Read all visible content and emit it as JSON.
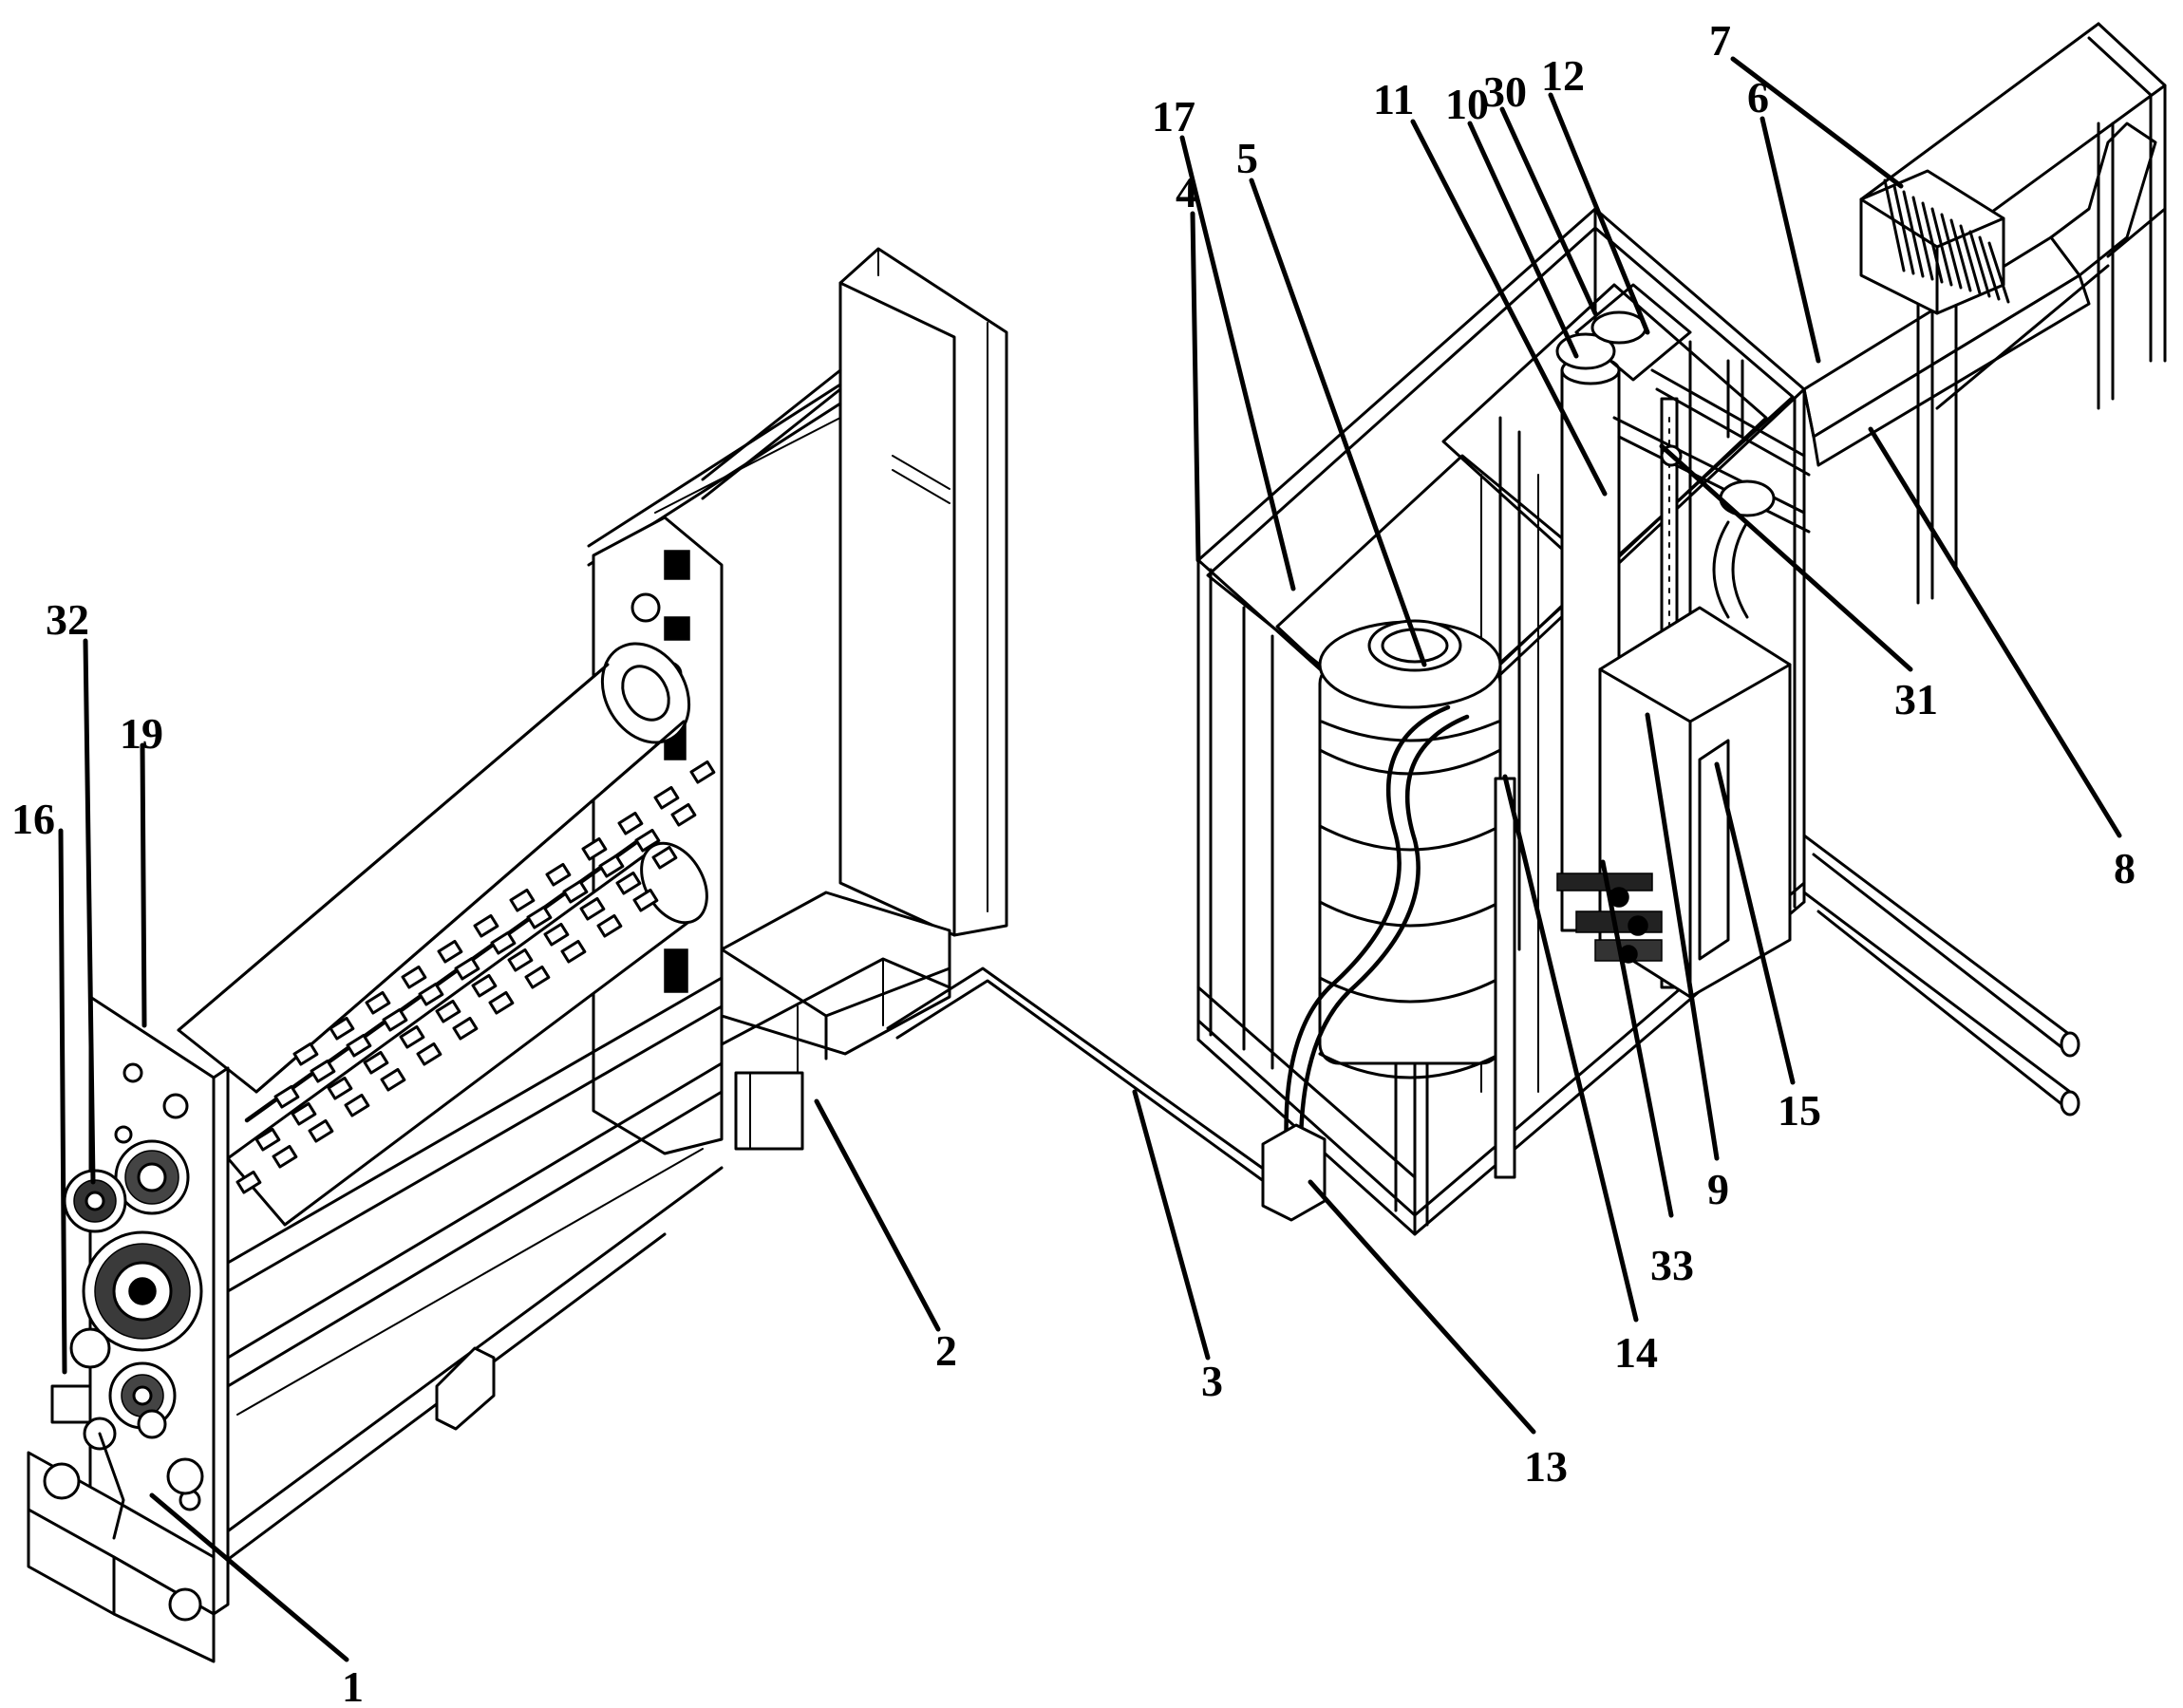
{
  "figure": {
    "labels": [
      {
        "id": "1",
        "text": "1"
      },
      {
        "id": "2",
        "text": "2"
      },
      {
        "id": "3",
        "text": "3"
      },
      {
        "id": "4",
        "text": "4"
      },
      {
        "id": "5",
        "text": "5"
      },
      {
        "id": "6",
        "text": "6"
      },
      {
        "id": "7",
        "text": "7"
      },
      {
        "id": "8",
        "text": "8"
      },
      {
        "id": "9",
        "text": "9"
      },
      {
        "id": "10",
        "text": "10"
      },
      {
        "id": "11",
        "text": "11"
      },
      {
        "id": "12",
        "text": "12"
      },
      {
        "id": "13",
        "text": "13"
      },
      {
        "id": "14",
        "text": "14"
      },
      {
        "id": "15",
        "text": "15"
      },
      {
        "id": "16",
        "text": "16"
      },
      {
        "id": "17",
        "text": "17"
      },
      {
        "id": "19",
        "text": "19"
      },
      {
        "id": "30",
        "text": "30"
      },
      {
        "id": "31",
        "text": "31"
      },
      {
        "id": "32",
        "text": "32"
      },
      {
        "id": "33",
        "text": "33"
      }
    ]
  }
}
